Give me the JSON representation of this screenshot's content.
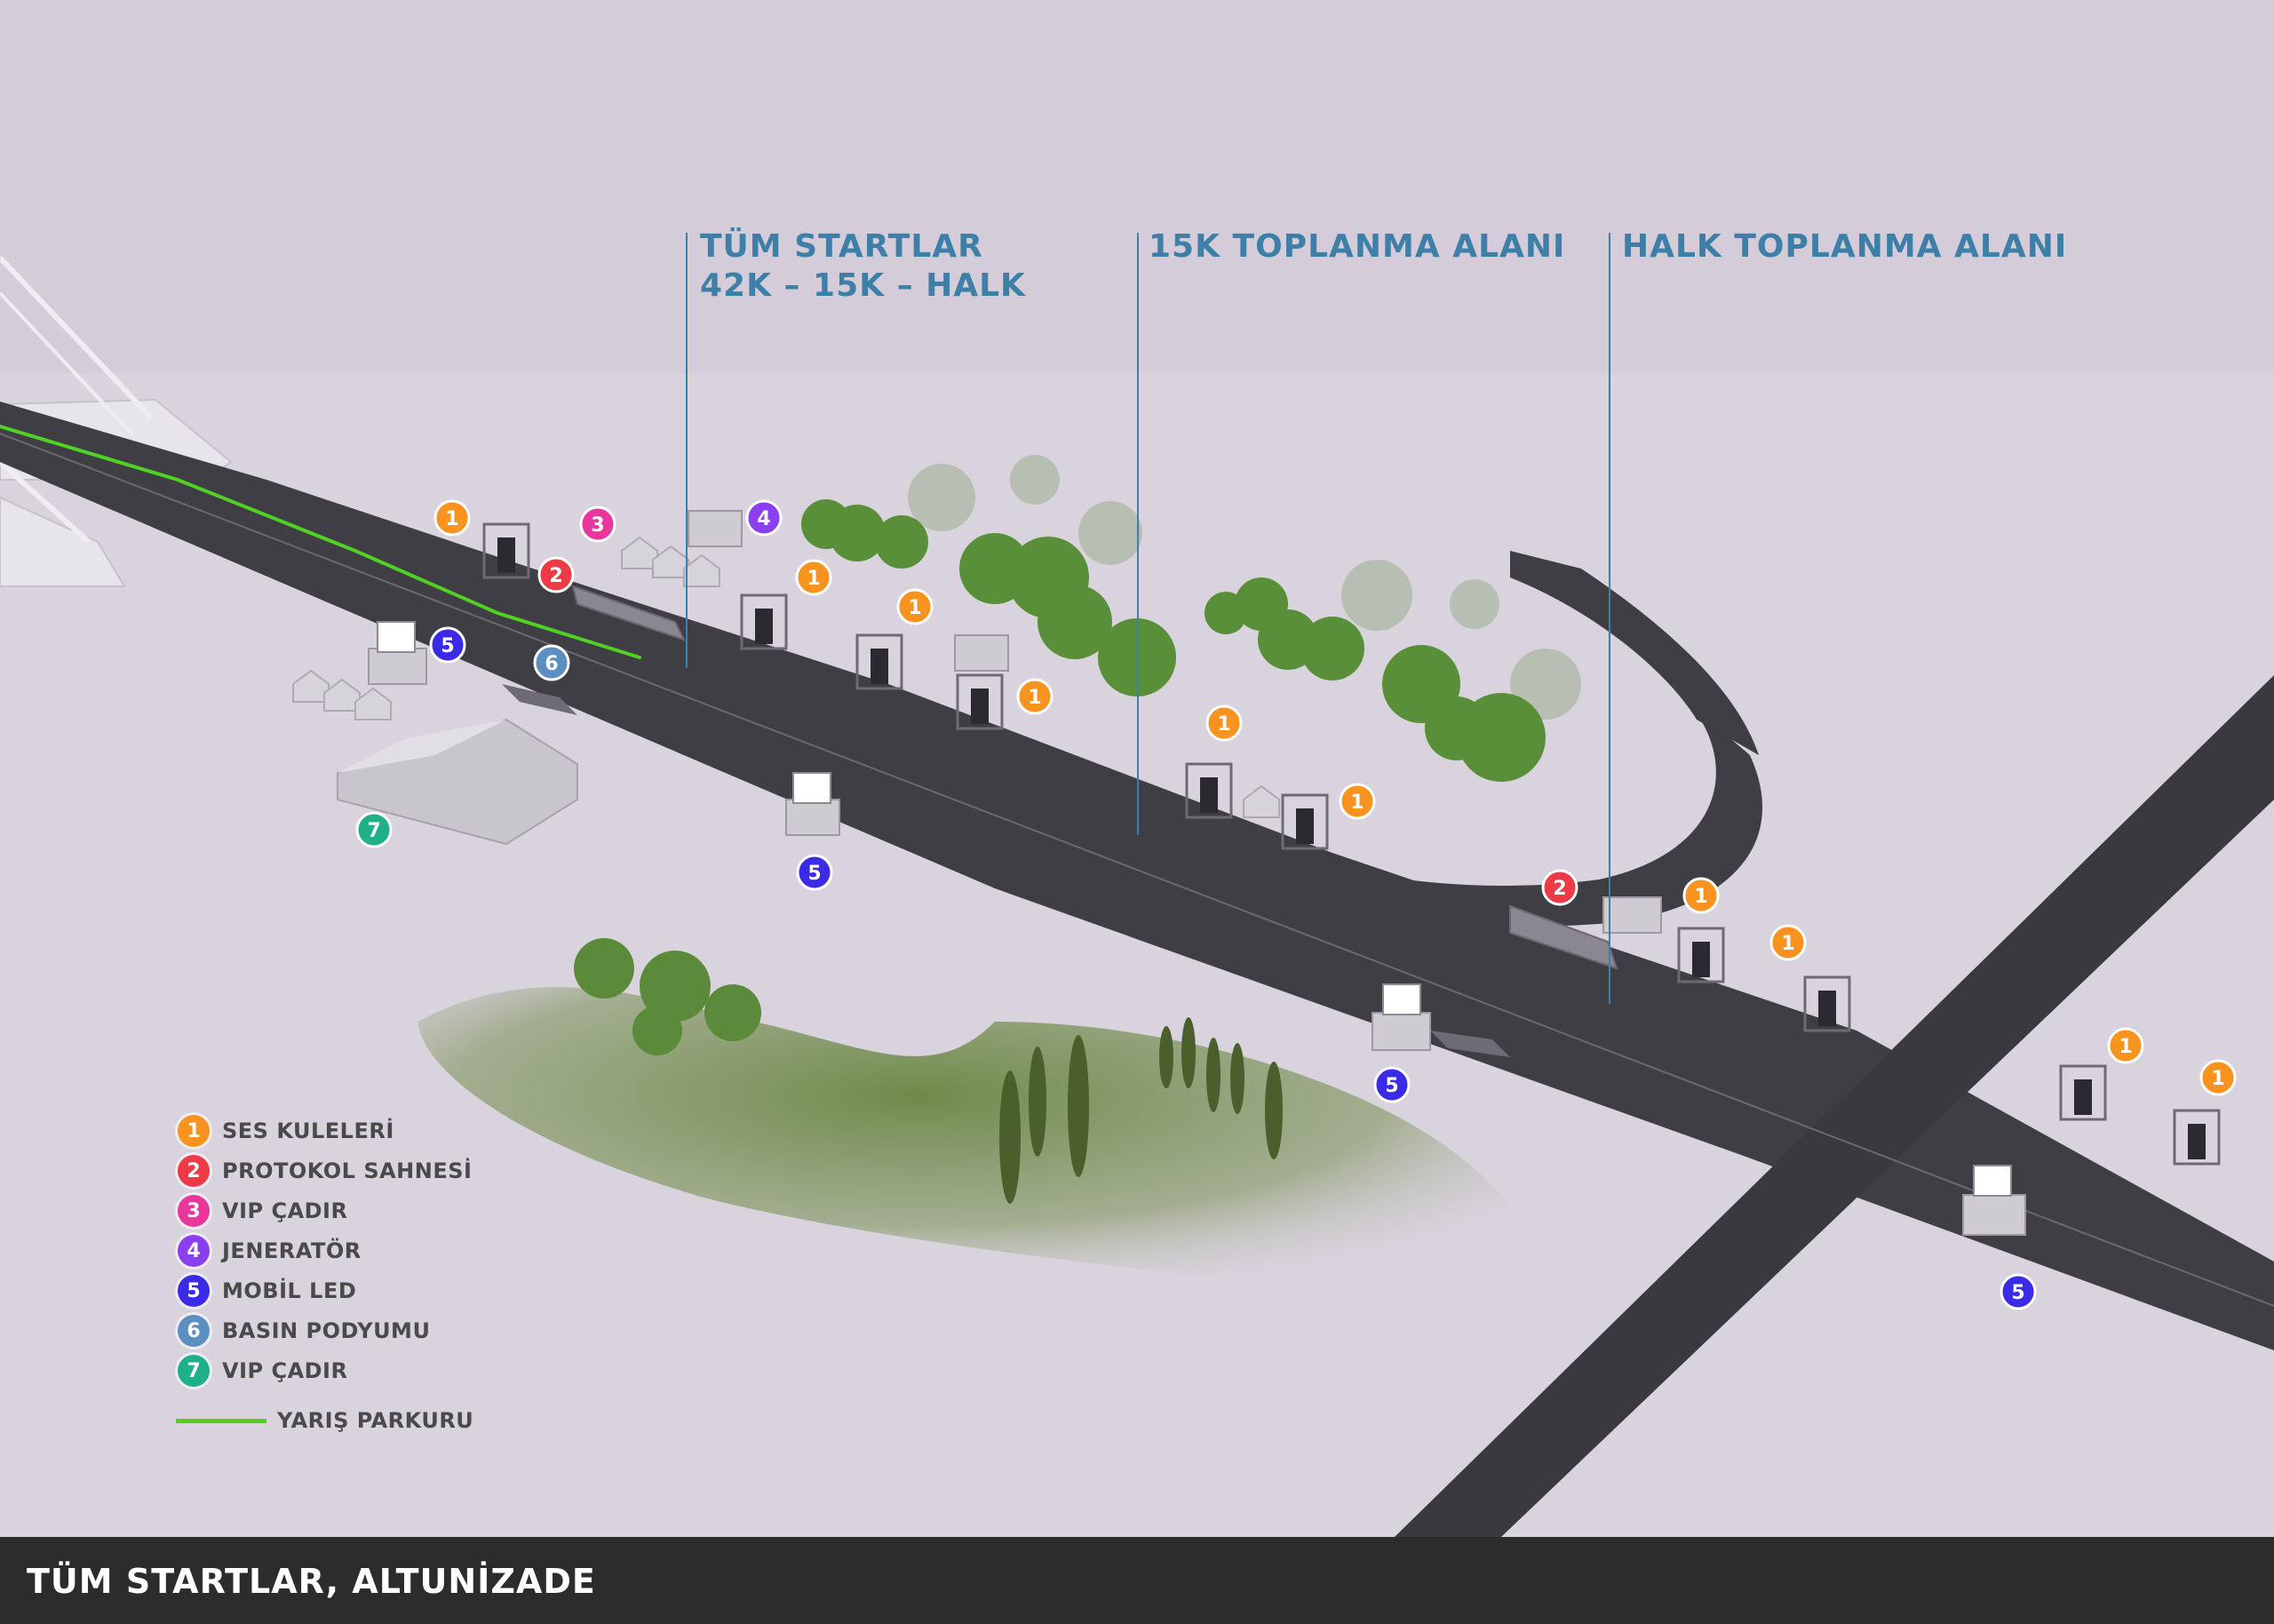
{
  "zones": {
    "start": {
      "line1": "TÜM STARTLAR",
      "line2": "42K – 15K – HALK"
    },
    "gathering_15k": {
      "label": "15K TOPLANMA ALANI"
    },
    "public_gathering": {
      "label": "HALK TOPLANMA ALANI"
    }
  },
  "legend": {
    "items": [
      {
        "number": "1",
        "label": "SES KULELERİ",
        "color": "#f7931e"
      },
      {
        "number": "2",
        "label": "PROTOKOL SAHNESİ",
        "color": "#ec3a47"
      },
      {
        "number": "3",
        "label": "VIP ÇADIR",
        "color": "#e8369a"
      },
      {
        "number": "4",
        "label": "JENERATÖR",
        "color": "#8a3ff0"
      },
      {
        "number": "5",
        "label": "MOBİL LED",
        "color": "#3b2be6"
      },
      {
        "number": "6",
        "label": "BASIN PODYUMU",
        "color": "#5b8fc1"
      },
      {
        "number": "7",
        "label": "VIP ÇADIR",
        "color": "#1fb08a"
      }
    ],
    "route": {
      "label": "YARIŞ PARKURU",
      "color": "#52d125"
    }
  },
  "markers": [
    {
      "n": "1",
      "type": "sound-tower",
      "color": "#f7931e"
    },
    {
      "n": "1",
      "type": "sound-tower",
      "color": "#f7931e"
    },
    {
      "n": "1",
      "type": "sound-tower",
      "color": "#f7931e"
    },
    {
      "n": "1",
      "type": "sound-tower",
      "color": "#f7931e"
    },
    {
      "n": "1",
      "type": "sound-tower",
      "color": "#f7931e"
    },
    {
      "n": "1",
      "type": "sound-tower",
      "color": "#f7931e"
    },
    {
      "n": "1",
      "type": "sound-tower",
      "color": "#f7931e"
    },
    {
      "n": "1",
      "type": "sound-tower",
      "color": "#f7931e"
    },
    {
      "n": "1",
      "type": "sound-tower",
      "color": "#f7931e"
    },
    {
      "n": "1",
      "type": "sound-tower",
      "color": "#f7931e"
    },
    {
      "n": "2",
      "type": "protocol-stage",
      "color": "#ec3a47"
    },
    {
      "n": "2",
      "type": "protocol-stage",
      "color": "#ec3a47"
    },
    {
      "n": "3",
      "type": "vip-tent",
      "color": "#e8369a"
    },
    {
      "n": "4",
      "type": "generator",
      "color": "#8a3ff0"
    },
    {
      "n": "5",
      "type": "mobile-led",
      "color": "#3b2be6"
    },
    {
      "n": "5",
      "type": "mobile-led",
      "color": "#3b2be6"
    },
    {
      "n": "5",
      "type": "mobile-led",
      "color": "#3b2be6"
    },
    {
      "n": "5",
      "type": "mobile-led",
      "color": "#3b2be6"
    },
    {
      "n": "6",
      "type": "press-podium",
      "color": "#5b8fc1"
    },
    {
      "n": "7",
      "type": "vip-tent",
      "color": "#1fb08a"
    }
  ],
  "footer": {
    "title": "TÜM STARTLAR, ALTUNİZADE"
  }
}
